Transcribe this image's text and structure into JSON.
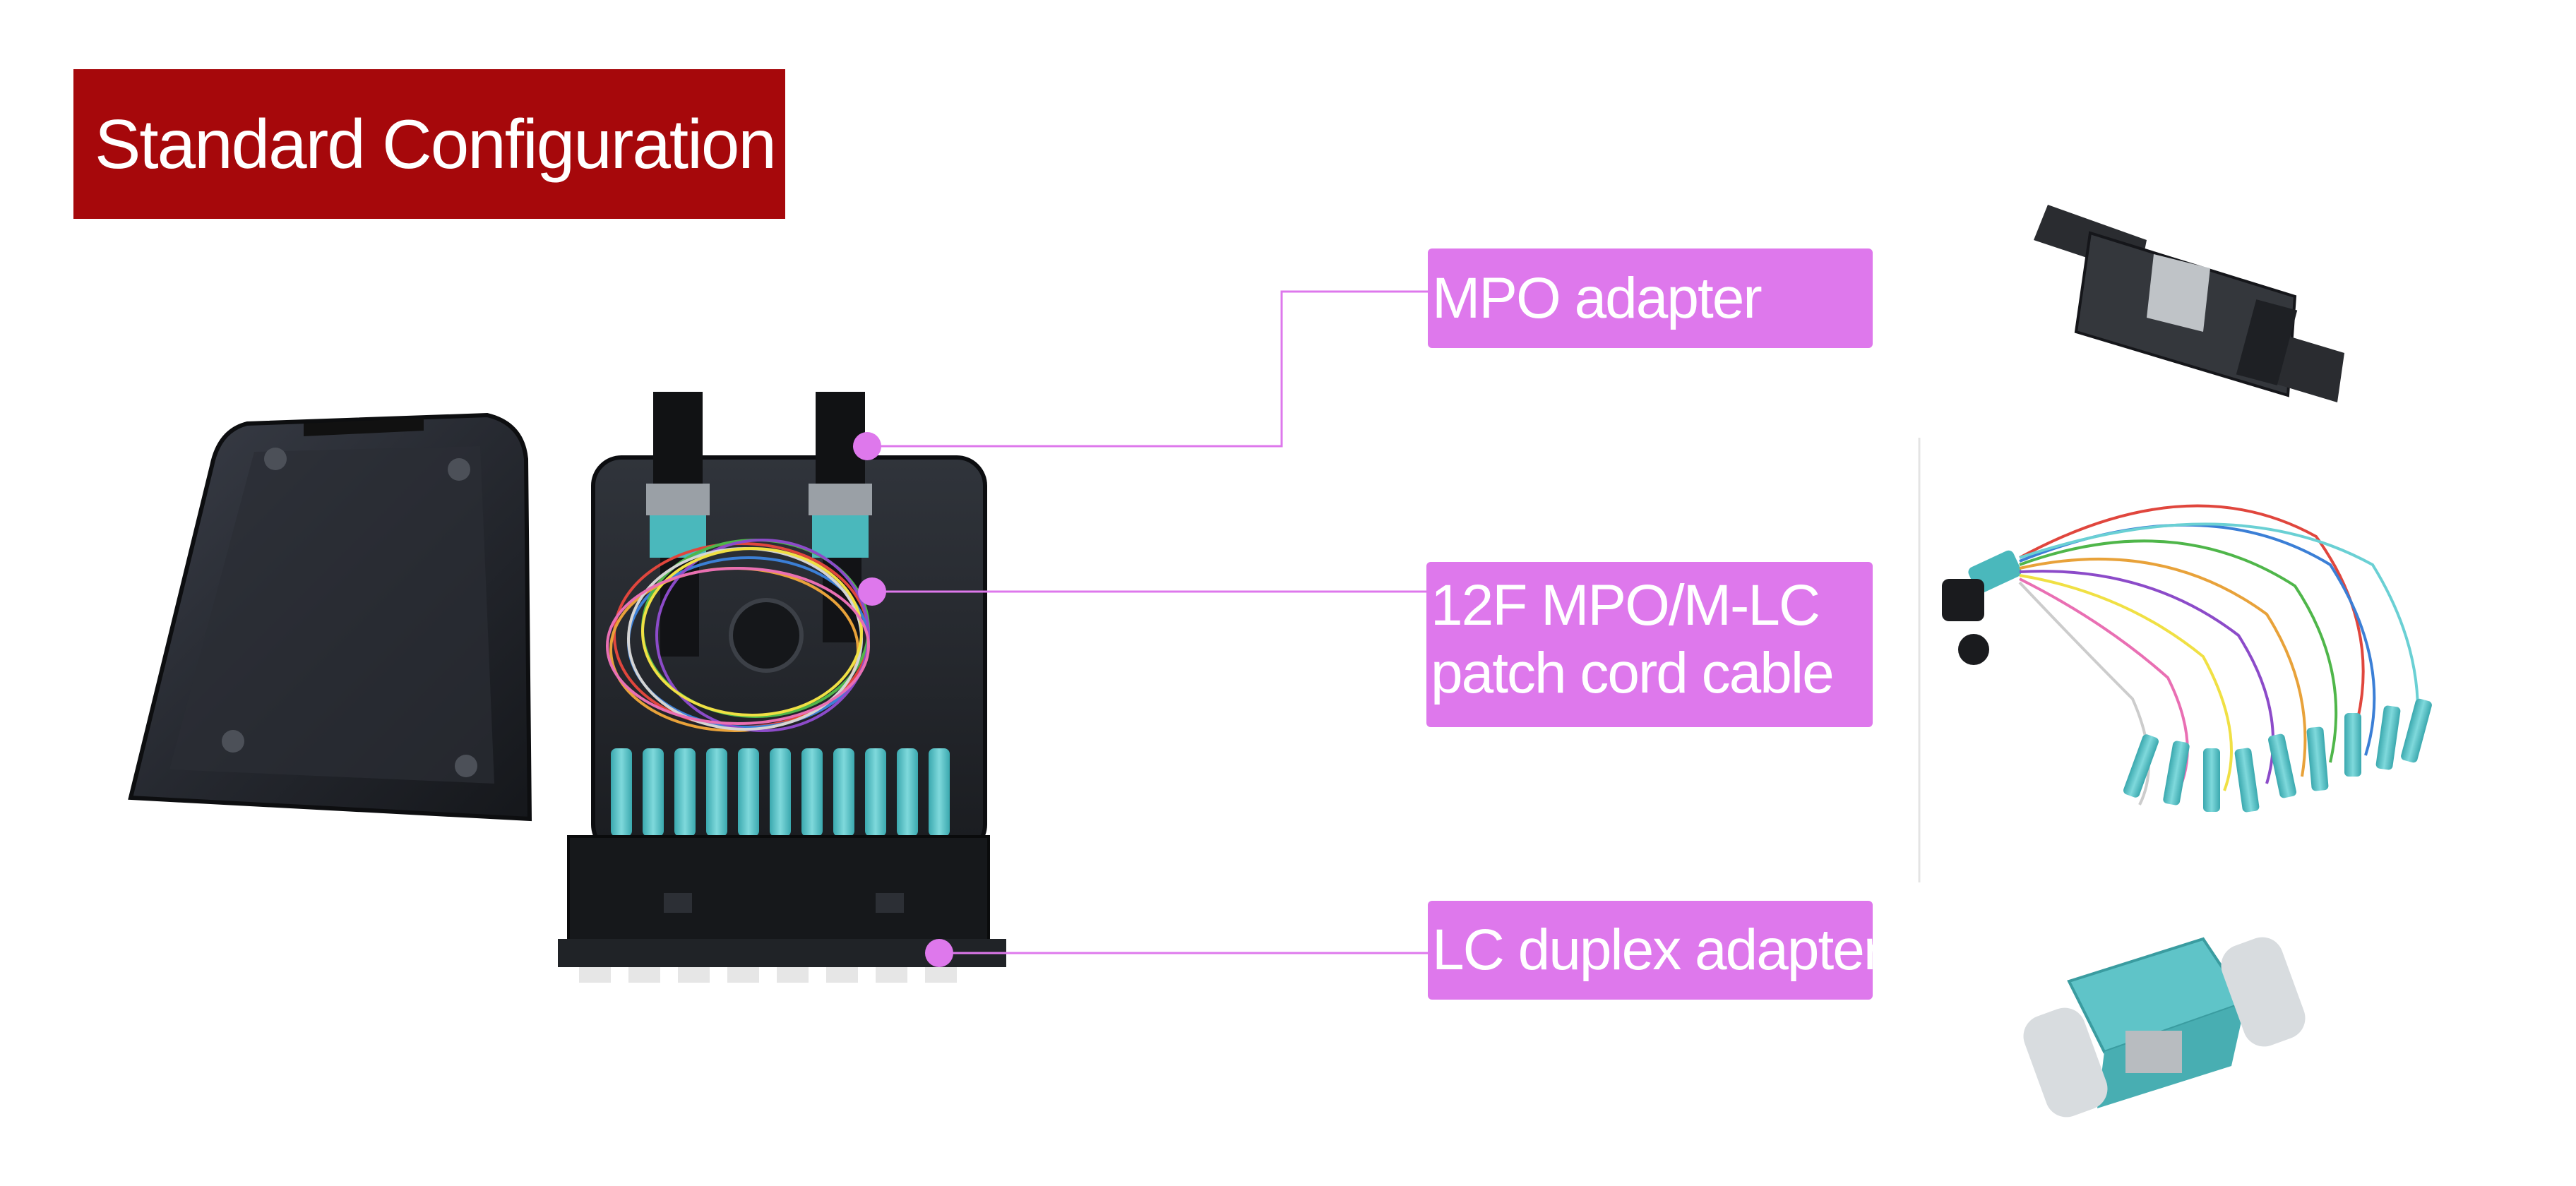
{
  "title": "Standard Configuration",
  "labels": {
    "mpo_adapter": "MPO adapter",
    "patch_cord_line1": "12F MPO/M-LC",
    "patch_cord_line2": "patch cord cable",
    "lc_duplex_adapter": "LC duplex adapter"
  },
  "colors": {
    "title_bg": "#a6080b",
    "label_bg": "#de78ec",
    "callout": "#de78ec",
    "fiber_aqua": "#5fc4c8",
    "housing": "#1c1f24"
  }
}
